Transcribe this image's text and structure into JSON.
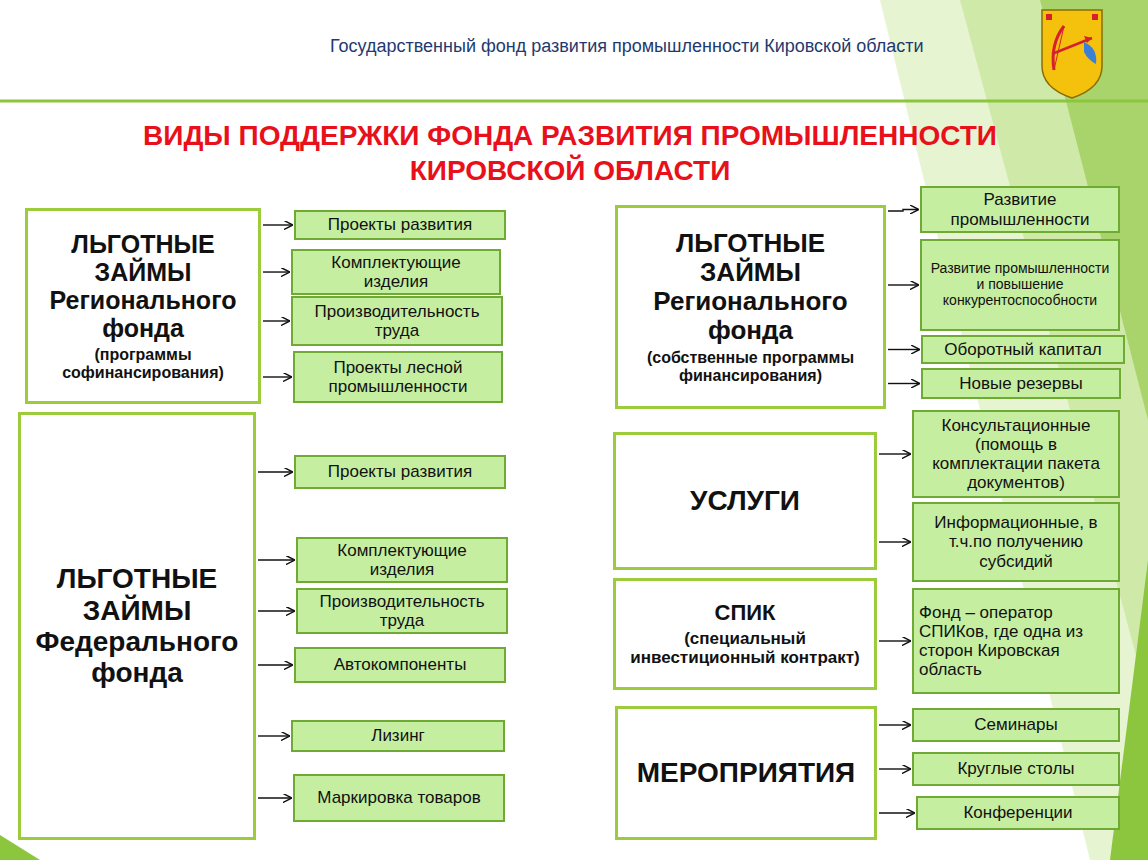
{
  "diagram": {
    "title": "ВИДЫ ПОДДЕРЖКИ ФОНДА РАЗВИТИЯ ПРОМЫШЛЕННОСТИ КИРОВСКОЙ ОБЛАСТИ",
    "nodes": [
      {
        "text": [
          "ЛЬГОТНЫЕ ЗАЙМЫ Регионального фонда",
          "(программы софинансирования)"
        ]
      },
      {
        "text": [
          "Проекты развития"
        ]
      },
      {
        "text": [
          "Комплектующие изделия"
        ]
      },
      {
        "text": [
          "Производительность труда"
        ]
      },
      {
        "text": [
          "Проекты лесной промышленности"
        ]
      },
      {
        "text": [
          "ЛЬГОТНЫЕ ЗАЙМЫ Федерального фонда"
        ]
      },
      {
        "text": [
          "Проекты развития"
        ]
      },
      {
        "text": [
          "Комплектующие изделия"
        ]
      },
      {
        "text": [
          "Производительность труда"
        ]
      },
      {
        "text": [
          "Автокомпоненты"
        ]
      },
      {
        "text": [
          "Лизинг"
        ]
      },
      {
        "text": [
          "Маркировка товаров"
        ]
      },
      {
        "text": [
          "ЛЬГОТНЫЕ ЗАЙМЫ Регионального фонда",
          "(собственные программы финансирования)"
        ]
      },
      {
        "text": [
          "Развитие промышленности"
        ]
      },
      {
        "text": [
          "Развитие промышленности и повышение конкурентоспособности"
        ]
      },
      {
        "text": [
          "Оборотный капитал"
        ]
      },
      {
        "text": [
          "Новые резервы"
        ]
      },
      {
        "text": [
          "УСЛУГИ"
        ]
      },
      {
        "text": [
          "Консультационные (помощь в комплектации пакета документов)"
        ]
      },
      {
        "text": [
          "Информационные, в т.ч.по получению субсидий"
        ]
      },
      {
        "text": [
          "СПИК",
          "(специальный инвестиционный контракт)"
        ]
      },
      {
        "text": [
          "Фонд – оператор СПИКов, где одна из сторон Кировская область"
        ]
      },
      {
        "text": [
          "МЕРОПРИЯТИЯ"
        ]
      },
      {
        "text": [
          "Семинары"
        ]
      },
      {
        "text": [
          "Круглые столы"
        ]
      },
      {
        "text": [
          "Конференции"
        ]
      }
    ],
    "edges": [
      {
        "from": 0,
        "to": 1,
        "arrow": "to"
      },
      {
        "from": 0,
        "to": 2,
        "arrow": "to"
      },
      {
        "from": 0,
        "to": 3,
        "arrow": "to"
      },
      {
        "from": 0,
        "to": 4,
        "arrow": "to"
      },
      {
        "from": 5,
        "to": 6,
        "arrow": "to"
      },
      {
        "from": 5,
        "to": 7,
        "arrow": "to"
      },
      {
        "from": 5,
        "to": 8,
        "arrow": "to"
      },
      {
        "from": 5,
        "to": 9,
        "arrow": "to"
      },
      {
        "from": 5,
        "to": 10,
        "arrow": "to"
      },
      {
        "from": 5,
        "to": 11,
        "arrow": "to"
      },
      {
        "from": 12,
        "to": 13,
        "arrow": "to"
      },
      {
        "from": 12,
        "to": 14,
        "arrow": "to"
      },
      {
        "from": 12,
        "to": 15,
        "arrow": "to"
      },
      {
        "from": 12,
        "to": 16,
        "arrow": "to"
      },
      {
        "from": 17,
        "to": 18,
        "arrow": "to"
      },
      {
        "from": 17,
        "to": 19,
        "arrow": "to"
      },
      {
        "from": 20,
        "to": 21,
        "arrow": "to"
      },
      {
        "from": 22,
        "to": 23,
        "arrow": "to"
      },
      {
        "from": 22,
        "to": 24,
        "arrow": "to"
      },
      {
        "from": 22,
        "to": 25,
        "arrow": "to"
      }
    ],
    "labels": [
      "Государственный фонд развития промышленности Кировской области"
    ]
  }
}
